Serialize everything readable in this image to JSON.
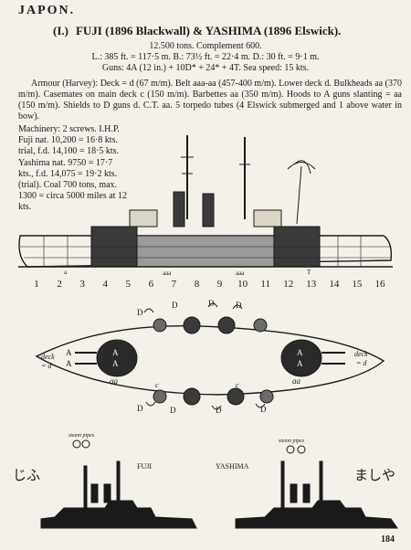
{
  "header": {
    "country": "JAPON.",
    "class_number": "(I.)",
    "class_title": "FUJI (1896 Blackwall) & YASHIMA (1896 Elswick)."
  },
  "particulars": {
    "tonnage": "12.500 tons.  Complement 600.",
    "dimensions": "L.: 385 ft. = 117·5 m.  B.: 73½ ft. = 22·4 m.  D.: 30 ft. = 9·1 m.",
    "guns": "Guns: 4A (12 in.) + 10D* + 24* + 4T.  Sea speed: 15 kts.",
    "armour": "Armour (Harvey): Deck = d (67 m/m).  Belt aaa-aa (457-400 m/m).  Lower deck d. Bulkheads aa (370 m/m).  Casemates on main deck c (150 m/m). Barbettes aa (350 m/m). Hoods to A guns slanting = aa (150 m/m). Shields to D guns d. C.T. aa.  5 torpedo tubes (4 Elswick submerged and 1 above water in bow).",
    "machinery": "Machinery: 2 screws. I.H.P. Fuji nat. 10,200 = 16·8 kts. trial, f.d. 14,100 = 18·5 kts. Yashima nat. 9750 = 17·7 kts., f.d. 14,075 = 19·2 kts. (trial). Coal 700 tons, max. 1300 = circa 5000 miles at 12 kts."
  },
  "profile_drawing": {
    "section_numbers": [
      "1",
      "2",
      "3",
      "4",
      "5",
      "6",
      "7",
      "8",
      "9",
      "10",
      "11",
      "12",
      "13",
      "14",
      "15",
      "16"
    ],
    "marks": {
      "a": "a",
      "aaa": "aaa",
      "t": "T"
    }
  },
  "plan_drawing": {
    "gun_letter_d": "D",
    "gun_letter_a": "A",
    "gun_letter_c": "c",
    "armour_aa": "aa",
    "armour_d": "d",
    "deck_label": "deck",
    "deck_value": "= d"
  },
  "silhouettes": {
    "fuji_label": "FUJI",
    "yashima_label": "YASHIMA",
    "steam_pipes_label": "steam pipes",
    "fuji_kana": "じふ",
    "yashima_kana": "ましや"
  },
  "footer": {
    "page_number": "184"
  },
  "colors": {
    "ink": "#1a1a1a",
    "paper": "#f4f1ea",
    "shade": "#9a9a9a",
    "dark": "#2a2a2a"
  }
}
